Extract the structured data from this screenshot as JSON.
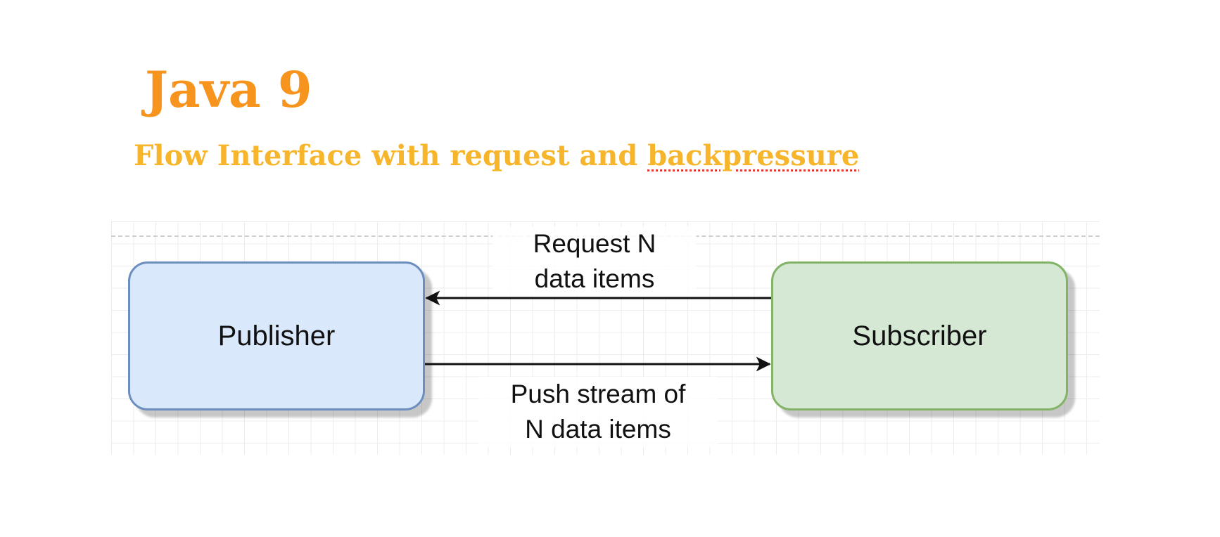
{
  "title": "Java 9",
  "subtitle": {
    "text_before": "Flow Interface with request and ",
    "underlined_word": "backpressure"
  },
  "colors": {
    "title": "#f7941d",
    "subtitle": "#f6b52a",
    "publisher_fill": "#dae8fc",
    "publisher_border": "#6c8ebf",
    "subscriber_fill": "#d5e8d4",
    "subscriber_border": "#82b366",
    "arrow": "#111111"
  },
  "nodes": {
    "publisher": {
      "label": "Publisher"
    },
    "subscriber": {
      "label": "Subscriber"
    }
  },
  "edges": {
    "request": {
      "from": "subscriber",
      "to": "publisher",
      "line1": "Request N",
      "line2": "data items"
    },
    "push": {
      "from": "publisher",
      "to": "subscriber",
      "line1": "Push stream of",
      "line2": "N data items"
    }
  }
}
